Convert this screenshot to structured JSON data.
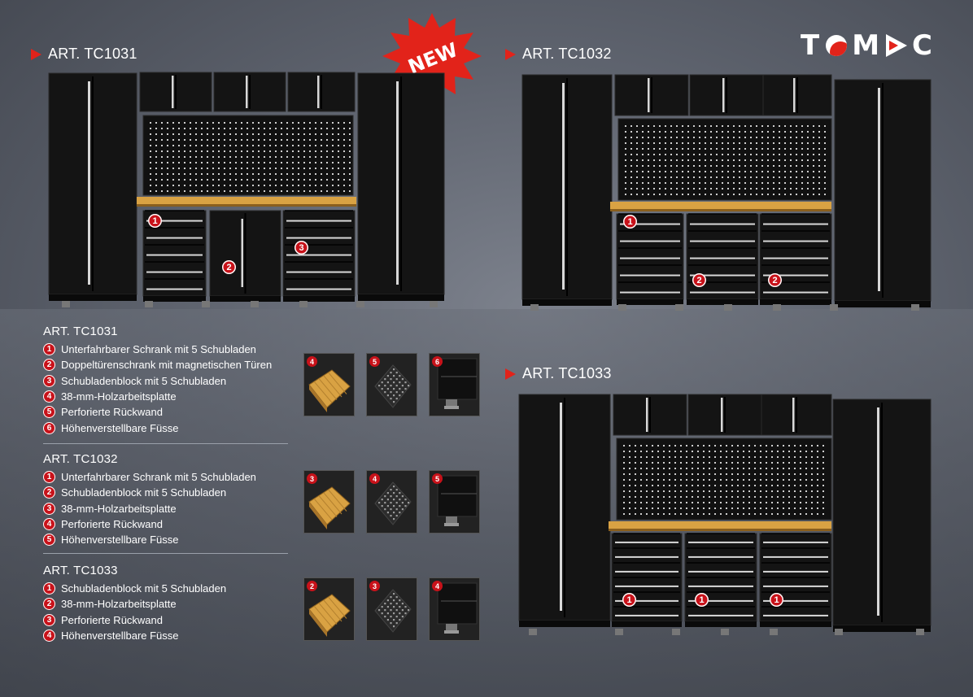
{
  "brand": {
    "logo_letters": [
      "T",
      "M",
      "C"
    ],
    "accent": "#e2231a"
  },
  "new_badge": "NEW",
  "headers": {
    "tc1031": "ART. TC1031",
    "tc1032": "ART. TC1032",
    "tc1033": "ART. TC1033"
  },
  "lists": [
    {
      "title": "ART. TC1031",
      "items": [
        {
          "n": "1",
          "text": "Unterfahrbarer Schrank mit 5 Schubladen"
        },
        {
          "n": "2",
          "text": "Doppeltürenschrank mit magnetischen Türen"
        },
        {
          "n": "3",
          "text": "Schubladenblock mit 5 Schubladen"
        },
        {
          "n": "4",
          "text": "38-mm-Holzarbeitsplatte"
        },
        {
          "n": "5",
          "text": "Perforierte Rückwand"
        },
        {
          "n": "6",
          "text": "Höhenverstellbare Füsse"
        }
      ],
      "thumbs": [
        "4",
        "5",
        "6"
      ]
    },
    {
      "title": "ART. TC1032",
      "items": [
        {
          "n": "1",
          "text": "Unterfahrbarer Schrank mit 5 Schubladen"
        },
        {
          "n": "2",
          "text": "Schubladenblock mit 5 Schubladen"
        },
        {
          "n": "3",
          "text": "38-mm-Holzarbeitsplatte"
        },
        {
          "n": "4",
          "text": "Perforierte Rückwand"
        },
        {
          "n": "5",
          "text": "Höhenverstellbare Füsse"
        }
      ],
      "thumbs": [
        "3",
        "4",
        "5"
      ]
    },
    {
      "title": "ART. TC1033",
      "items": [
        {
          "n": "1",
          "text": "Schubladenblock mit 5 Schubladen"
        },
        {
          "n": "2",
          "text": "38-mm-Holzarbeitsplatte"
        },
        {
          "n": "3",
          "text": "Perforierte Rückwand"
        },
        {
          "n": "4",
          "text": "Höhenverstellbare Füsse"
        }
      ],
      "thumbs": [
        "2",
        "3",
        "4"
      ]
    }
  ],
  "callouts": {
    "tc1031": [
      "1",
      "2",
      "3"
    ],
    "tc1032": [
      "1",
      "2",
      "2"
    ],
    "tc1033": [
      "1",
      "1",
      "1"
    ]
  },
  "colors": {
    "cabinet": "#141414",
    "handle": "#d8d8d8",
    "wood": "#d9a243",
    "badge": "#c8121a"
  }
}
